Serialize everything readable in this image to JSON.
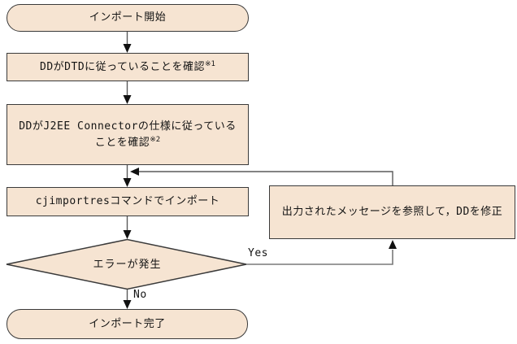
{
  "diagram": {
    "type": "flowchart",
    "nodes": {
      "start": {
        "shape": "terminator",
        "label": "インポート開始"
      },
      "check_dtd": {
        "shape": "process",
        "label": "DDがDTDに従っていることを確認",
        "note": "※1"
      },
      "check_j2ee": {
        "shape": "process",
        "line1": "DDがJ2EE Connectorの仕様に従っている",
        "line2": "ことを確認",
        "note": "※2"
      },
      "import_cmd": {
        "shape": "process",
        "label": "cjimportresコマンドでインポート"
      },
      "decision": {
        "shape": "decision",
        "label": "エラーが発生"
      },
      "fix_dd": {
        "shape": "process",
        "label": "出力されたメッセージを参照して，DDを修正"
      },
      "end": {
        "shape": "terminator",
        "label": "インポート完了"
      }
    },
    "edges": {
      "yes_label": "Yes",
      "no_label": "No"
    },
    "colors": {
      "node_fill": "#f6e4d2",
      "node_border": "#3a3a3a",
      "connector": "#5a5a5a",
      "arrowhead": "#111111",
      "background": "#ffffff"
    }
  }
}
